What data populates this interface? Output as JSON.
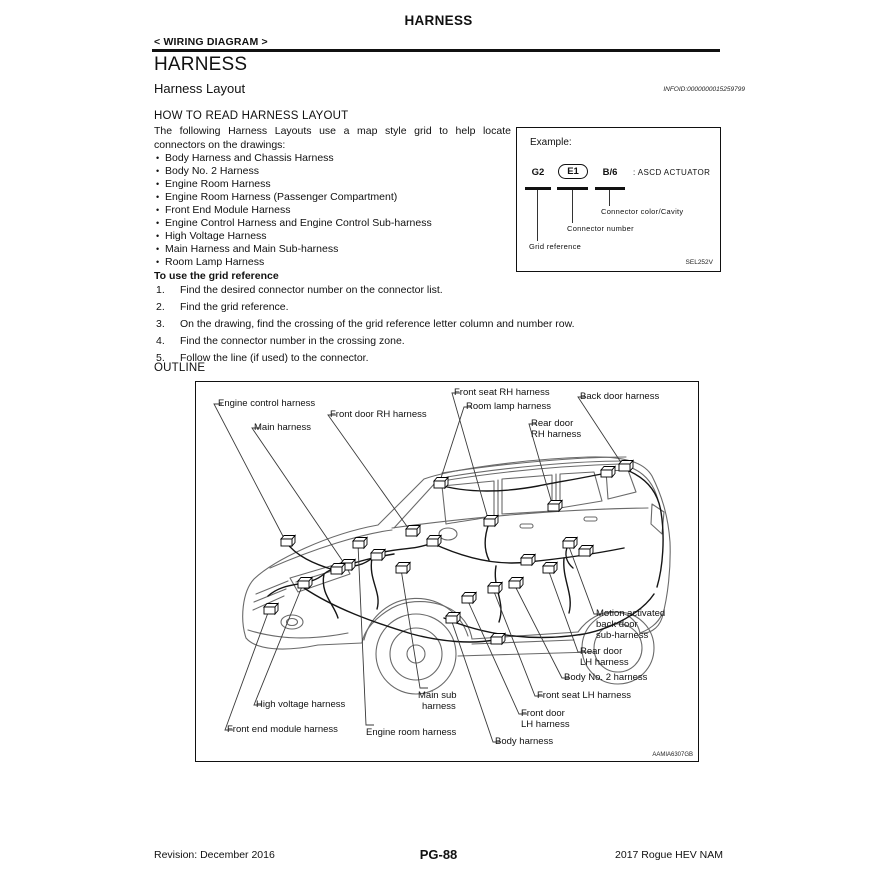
{
  "page": {
    "header_title": "HARNESS",
    "breadcrumb": "< WIRING DIAGRAM >",
    "section_title": "HARNESS",
    "subsection_title": "Harness Layout",
    "infoid": "INFOID:0000000015259799"
  },
  "how_to": {
    "heading": "HOW TO READ HARNESS LAYOUT",
    "intro": "The following Harness Layouts use a map style grid to help locate connectors on the drawings:",
    "bullets": [
      "Body Harness and Chassis Harness",
      "Body No. 2  Harness",
      "Engine Room Harness",
      "Engine Room Harness (Passenger Compartment)",
      "Front End Module Harness",
      "Engine Control Harness and Engine Control Sub-harness",
      "High Voltage Harness",
      "Main Harness and Main Sub-harness",
      "Room Lamp Harness"
    ],
    "grid_ref_heading": "To use the grid reference",
    "steps": [
      "Find the desired connector number on the connector list.",
      "Find the grid reference.",
      "On the drawing, find the crossing of the grid reference letter column and number row.",
      "Find the connector number in the crossing zone.",
      "Follow the line (if used) to the connector."
    ]
  },
  "example": {
    "title": "Example:",
    "grid_ref_value": "G2",
    "connector_number_value": "E1",
    "color_cavity_value": "B/6",
    "connector_name": ": ASCD ACTUATOR",
    "callout_color_cavity": "Connector color/Cavity",
    "callout_connector_number": "Connector number",
    "callout_grid_reference": "Grid reference",
    "figure_code": "SEL252V"
  },
  "outline": {
    "heading": "OUTLINE",
    "figure_code": "AAMIA6307GB",
    "labels": [
      {
        "name": "engine-control-harness",
        "lines": [
          "Engine control harness"
        ]
      },
      {
        "name": "main-harness",
        "lines": [
          "Main harness"
        ]
      },
      {
        "name": "front-door-rh-harness",
        "lines": [
          "Front door RH harness"
        ]
      },
      {
        "name": "front-seat-rh-harness",
        "lines": [
          "Front seat RH harness"
        ]
      },
      {
        "name": "room-lamp-harness",
        "lines": [
          "Room lamp harness"
        ]
      },
      {
        "name": "back-door-harness",
        "lines": [
          "Back door harness"
        ]
      },
      {
        "name": "rear-door-rh-harness",
        "lines": [
          "Rear door",
          "RH harness"
        ]
      },
      {
        "name": "motion-activated-back-door-sub-harness",
        "lines": [
          "Motion activated",
          "back door",
          "sub-harness"
        ]
      },
      {
        "name": "rear-door-lh-harness",
        "lines": [
          "Rear door",
          "LH harness"
        ]
      },
      {
        "name": "body-no-2-harness",
        "lines": [
          "Body No. 2 harness"
        ]
      },
      {
        "name": "front-seat-lh-harness",
        "lines": [
          "Front seat LH harness"
        ]
      },
      {
        "name": "front-door-lh-harness",
        "lines": [
          "Front door",
          "LH harness"
        ]
      },
      {
        "name": "body-harness",
        "lines": [
          "Body harness"
        ]
      },
      {
        "name": "main-sub-harness",
        "lines": [
          "Main sub",
          "harness"
        ]
      },
      {
        "name": "engine-room-harness",
        "lines": [
          "Engine room harness"
        ]
      },
      {
        "name": "high-voltage-harness",
        "lines": [
          "High voltage harness"
        ]
      },
      {
        "name": "front-end-module-harness",
        "lines": [
          "Front end module harness"
        ]
      }
    ]
  },
  "footer": {
    "revision": "Revision: December 2016",
    "page_number": "PG-88",
    "model": "2017 Rogue HEV NAM"
  }
}
